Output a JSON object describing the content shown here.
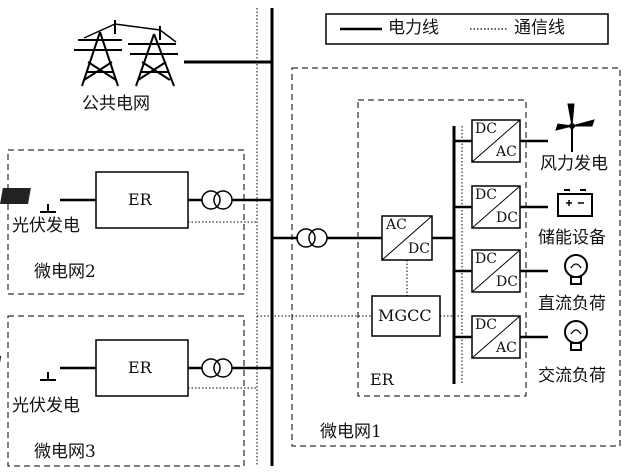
{
  "legend": {
    "power_line": "电力线",
    "comm_line": "通信线"
  },
  "labels": {
    "public_grid": "公共电网",
    "pv1": "光伏发电",
    "pv2": "光伏发电",
    "mg2": "微电网2",
    "mg3": "微电网3",
    "mg1": "微电网1",
    "er_outer": "ER",
    "er_mg2": "ER",
    "er_mg3": "ER",
    "mgcc": "MGCC",
    "wind": "风力发电",
    "storage": "储能设备",
    "dc_load": "直流负荷",
    "ac_load": "交流负荷"
  },
  "converters": {
    "main": {
      "top": "AC",
      "bot": "DC"
    },
    "c1": {
      "top": "DC",
      "bot": "AC"
    },
    "c2": {
      "top": "DC",
      "bot": "DC"
    },
    "c3": {
      "top": "DC",
      "bot": "DC"
    },
    "c4": {
      "top": "DC",
      "bot": "AC"
    }
  }
}
